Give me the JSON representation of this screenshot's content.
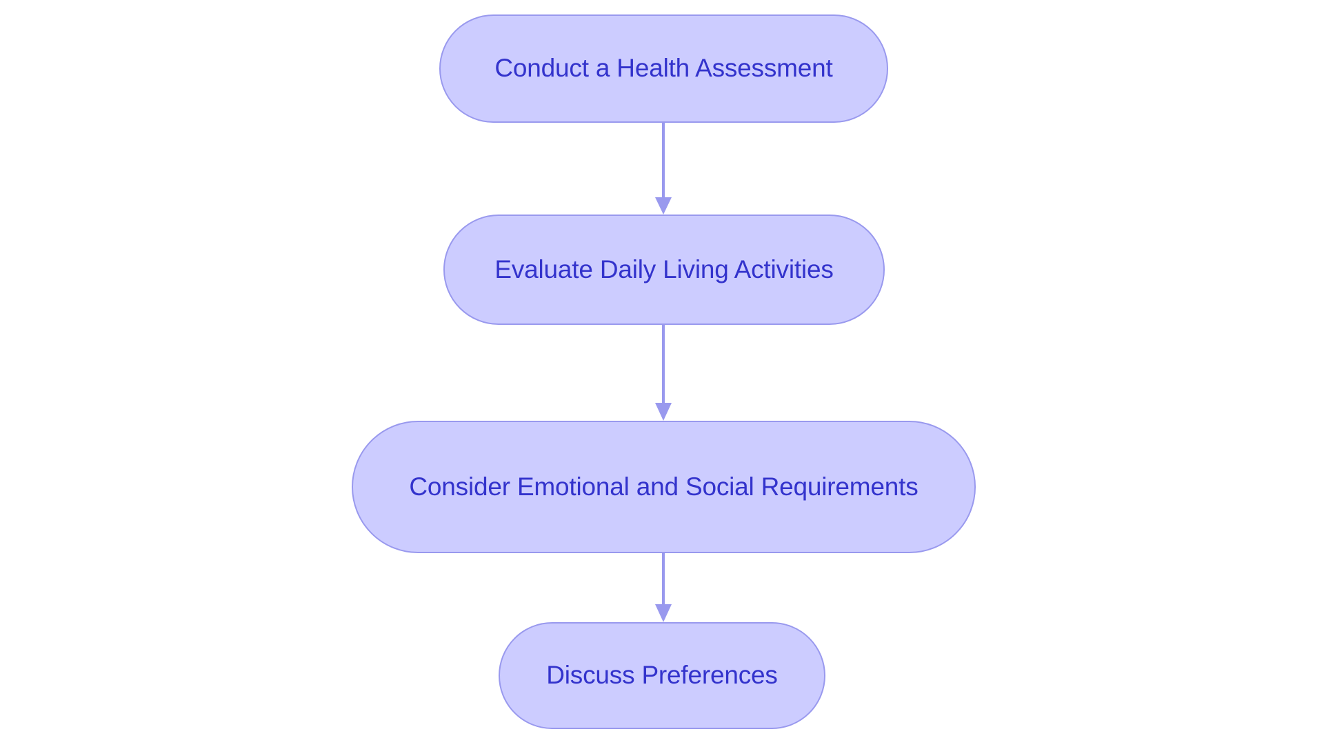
{
  "diagram": {
    "type": "flowchart",
    "orientation": "top-to-bottom",
    "background_color": "#ffffff",
    "node_fill_color": "#ccccff",
    "node_border_color": "#9999ee",
    "node_text_color": "#3333cc",
    "edge_color": "#9999ee",
    "node_shape": "rounded-pill",
    "nodes": [
      {
        "id": "node-1",
        "label": "Conduct a Health Assessment"
      },
      {
        "id": "node-2",
        "label": "Evaluate Daily Living Activities"
      },
      {
        "id": "node-3",
        "label": "Consider Emotional and Social Requirements"
      },
      {
        "id": "node-4",
        "label": "Discuss Preferences"
      }
    ],
    "edges": [
      {
        "id": "edge-1",
        "from": "node-1",
        "to": "node-2",
        "arrow": "arrowhead-down-icon"
      },
      {
        "id": "edge-2",
        "from": "node-2",
        "to": "node-3",
        "arrow": "arrowhead-down-icon"
      },
      {
        "id": "edge-3",
        "from": "node-3",
        "to": "node-4",
        "arrow": "arrowhead-down-icon"
      }
    ]
  }
}
